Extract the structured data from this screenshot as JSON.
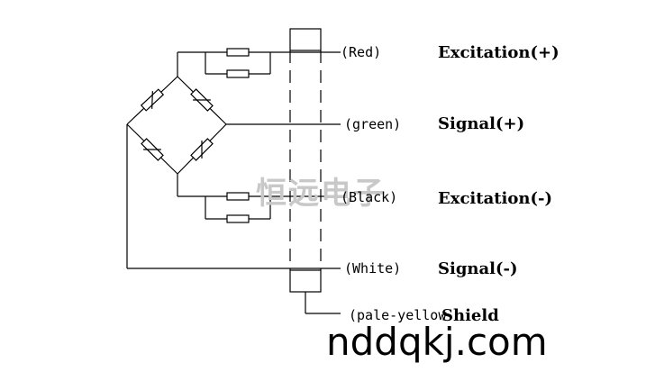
{
  "wires": [
    {
      "color_label": "(Red)",
      "function_label": "Excitation(+)"
    },
    {
      "color_label": "(green)",
      "function_label": "Signal(+)"
    },
    {
      "color_label": "(Black)",
      "function_label": "Excitation(-)"
    },
    {
      "color_label": "(White)",
      "function_label": "Signal(-)"
    },
    {
      "color_label": "(pale-yellow",
      "function_label": "Shield"
    }
  ],
  "watermark": {
    "chinese": "恒远电子",
    "url": "nddqkj.com"
  }
}
